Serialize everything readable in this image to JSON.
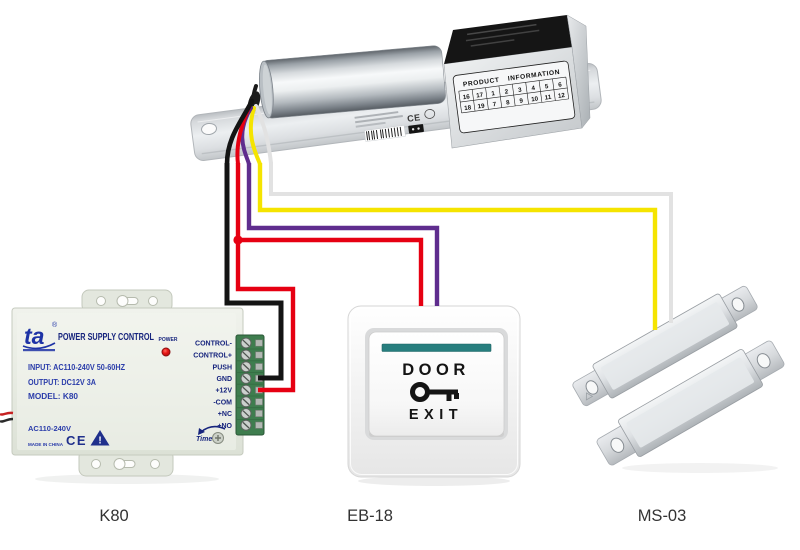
{
  "captions": {
    "power_supply": "K80",
    "exit_button": "EB-18",
    "mag_contact": "MS-03"
  },
  "power_supply": {
    "logo_text": "ta",
    "registered_mark": "®",
    "title": "POWER SUPPLY CONTROL",
    "power_led_label": "POWER",
    "specs": {
      "input": "INPUT: AC110-240V 50-60HZ",
      "output": "OUTPUT: DC12V  3A",
      "model": "MODEL: K80"
    },
    "voltage_note": "AC110-240V",
    "made_in": "MADE IN CHINA",
    "ce_mark": "CE",
    "warning_mark": "!",
    "time_label": "Time",
    "terminals": [
      "CONTROL-",
      "CONTROL+",
      "PUSH",
      "GND",
      "+12V",
      "-COM",
      "+NC",
      "+NO"
    ]
  },
  "lock": {
    "panel_title": "PRODUCT INFORMATION",
    "info_table": {
      "row1": [
        "16",
        "17",
        "1",
        "2",
        "3",
        "4",
        "5",
        "6"
      ],
      "row2": [
        "18",
        "19",
        "7",
        "8",
        "9",
        "10",
        "11",
        "12"
      ]
    },
    "ce_mark": "CE"
  },
  "exit_button": {
    "line1": "DOOR",
    "line2": "EXIT"
  },
  "colors": {
    "wire_black": "#141414",
    "wire_red": "#e60012",
    "wire_purple": "#5f2d8e",
    "wire_yellow": "#f5e400",
    "wire_white": "#e2e2e2",
    "terminal_green": "#3e7d4e",
    "ps_text_blue": "#2b3daa",
    "ps_title_navy": "#17257f",
    "button_stripe_teal": "#277e7e",
    "led_red": "#e01818"
  }
}
